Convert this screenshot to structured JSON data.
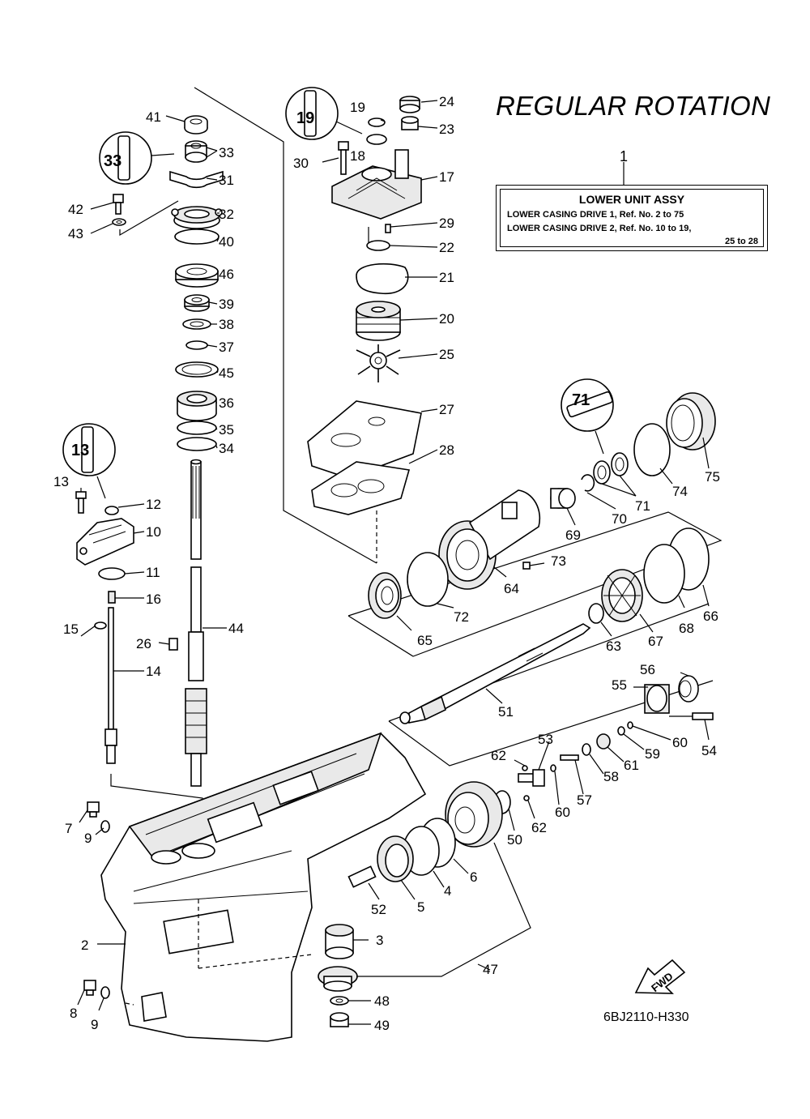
{
  "header": {
    "title": "REGULAR ROTATION",
    "main_ref": "1"
  },
  "assy_box": {
    "title": "LOWER UNIT ASSY",
    "line1": "LOWER CASING DRIVE 1, Ref. No. 2 to 75",
    "line2": "LOWER CASING DRIVE 2, Ref. No. 10 to 19,",
    "line3": "25 to 28"
  },
  "footer": {
    "code": "6BJ2110-H330",
    "fwd_label": "FWD"
  },
  "callouts": [
    {
      "label": "41"
    },
    {
      "label": "33"
    },
    {
      "label": "31"
    },
    {
      "label": "42"
    },
    {
      "label": "43"
    },
    {
      "label": "32"
    },
    {
      "label": "40"
    },
    {
      "label": "46"
    },
    {
      "label": "39"
    },
    {
      "label": "38"
    },
    {
      "label": "37"
    },
    {
      "label": "45"
    },
    {
      "label": "36"
    },
    {
      "label": "35"
    },
    {
      "label": "34"
    },
    {
      "label": "19"
    },
    {
      "label": "24"
    },
    {
      "label": "23"
    },
    {
      "label": "18"
    },
    {
      "label": "30"
    },
    {
      "label": "17"
    },
    {
      "label": "29"
    },
    {
      "label": "22"
    },
    {
      "label": "21"
    },
    {
      "label": "20"
    },
    {
      "label": "25"
    },
    {
      "label": "27"
    },
    {
      "label": "28"
    },
    {
      "label": "13"
    },
    {
      "label": "12"
    },
    {
      "label": "10"
    },
    {
      "label": "11"
    },
    {
      "label": "16"
    },
    {
      "label": "15"
    },
    {
      "label": "14"
    },
    {
      "label": "26"
    },
    {
      "label": "44"
    },
    {
      "label": "75"
    },
    {
      "label": "74"
    },
    {
      "label": "71"
    },
    {
      "label": "70"
    },
    {
      "label": "69"
    },
    {
      "label": "73"
    },
    {
      "label": "64"
    },
    {
      "label": "72"
    },
    {
      "label": "65"
    },
    {
      "label": "66"
    },
    {
      "label": "68"
    },
    {
      "label": "67"
    },
    {
      "label": "63"
    },
    {
      "label": "51"
    },
    {
      "label": "56"
    },
    {
      "label": "55"
    },
    {
      "label": "60"
    },
    {
      "label": "54"
    },
    {
      "label": "53"
    },
    {
      "label": "62"
    },
    {
      "label": "59"
    },
    {
      "label": "61"
    },
    {
      "label": "58"
    },
    {
      "label": "57"
    },
    {
      "label": "60"
    },
    {
      "label": "62"
    },
    {
      "label": "50"
    },
    {
      "label": "7"
    },
    {
      "label": "9"
    },
    {
      "label": "6"
    },
    {
      "label": "4"
    },
    {
      "label": "5"
    },
    {
      "label": "52"
    },
    {
      "label": "2"
    },
    {
      "label": "3"
    },
    {
      "label": "47"
    },
    {
      "label": "48"
    },
    {
      "label": "49"
    },
    {
      "label": "8"
    },
    {
      "label": "9"
    }
  ]
}
